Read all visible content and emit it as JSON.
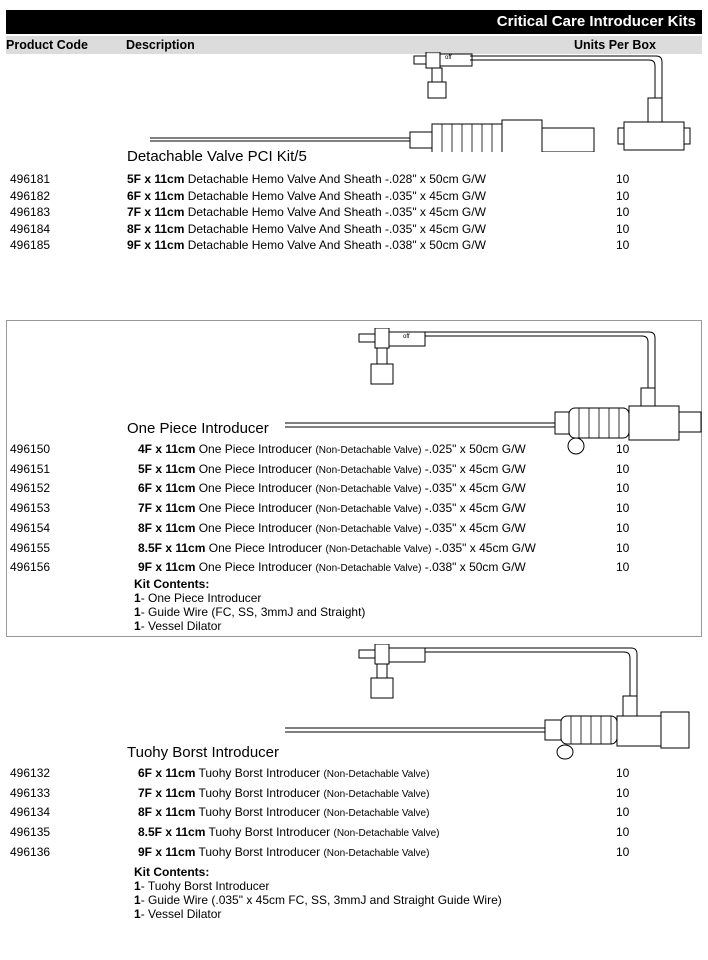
{
  "header": {
    "title": "Critical Care Introducer Kits"
  },
  "columns": {
    "code": "Product Code",
    "description": "Description",
    "units": "Units Per Box"
  },
  "sections": [
    {
      "title": "Detachable Valve PCI Kit/5",
      "rows": [
        {
          "code": "496181",
          "size": "5F x 11cm",
          "name": "Detachable Hemo Valve And Sheath",
          "spec": "-.028\" x 50cm G/W",
          "units": "10"
        },
        {
          "code": "496182",
          "size": "6F x 11cm",
          "name": "Detachable Hemo Valve And Sheath",
          "spec": "-.035\" x 45cm G/W",
          "units": "10"
        },
        {
          "code": "496183",
          "size": "7F x 11cm",
          "name": "Detachable Hemo Valve And Sheath",
          "spec": "-.035\" x 45cm G/W",
          "units": "10"
        },
        {
          "code": "496184",
          "size": "8F x 11cm",
          "name": "Detachable Hemo Valve And Sheath",
          "spec": "-.035\" x 45cm G/W",
          "units": "10"
        },
        {
          "code": "496185",
          "size": "9F x 11cm",
          "name": "Detachable Hemo Valve And Sheath",
          "spec": "-.038\" x 50cm G/W",
          "units": "10"
        }
      ]
    },
    {
      "title": "One Piece Introducer",
      "rows": [
        {
          "code": "496150",
          "size": "4F x 11cm",
          "name": "One Piece Introducer",
          "note": "(Non-Detachable Valve)",
          "spec": "-.025\" x 50cm G/W",
          "units": "10"
        },
        {
          "code": "496151",
          "size": "5F x 11cm",
          "name": "One Piece Introducer",
          "note": "(Non-Detachable Valve)",
          "spec": "-.035\" x 45cm G/W",
          "units": "10"
        },
        {
          "code": "496152",
          "size": "6F x 11cm",
          "name": "One Piece Introducer",
          "note": "(Non-Detachable Valve)",
          "spec": "-.035\" x 45cm G/W",
          "units": "10"
        },
        {
          "code": "496153",
          "size": "7F x 11cm",
          "name": "One Piece Introducer",
          "note": "(Non-Detachable Valve)",
          "spec": "-.035\" x 45cm G/W",
          "units": "10"
        },
        {
          "code": "496154",
          "size": "8F x 11cm",
          "name": "One Piece Introducer",
          "note": "(Non-Detachable Valve)",
          "spec": "-.035\" x 45cm G/W",
          "units": "10"
        },
        {
          "code": "496155",
          "size": "8.5F x 11cm",
          "name": "One Piece Introducer",
          "note": "(Non-Detachable Valve)",
          "spec": "-.035\" x 45cm G/W",
          "units": "10"
        },
        {
          "code": "496156",
          "size": "9F x 11cm",
          "name": "One Piece Introducer",
          "note": "(Non-Detachable Valve)",
          "spec": "-.038\" x 50cm G/W",
          "units": "10"
        }
      ],
      "kit_heading": "Kit Contents:",
      "kit_items": [
        {
          "qty": "1",
          "text": "One Piece Introducer"
        },
        {
          "qty": "1",
          "text": "Guide Wire (FC, SS, 3mmJ and Straight)"
        },
        {
          "qty": "1",
          "text": "Vessel Dilator"
        }
      ]
    },
    {
      "title": "Tuohy Borst Introducer",
      "rows": [
        {
          "code": "496132",
          "size": "6F x 11cm",
          "name": "Tuohy Borst Introducer",
          "note": "(Non-Detachable Valve)",
          "units": "10"
        },
        {
          "code": "496133",
          "size": "7F x 11cm",
          "name": "Tuohy Borst Introducer",
          "note": "(Non-Detachable Valve)",
          "units": "10"
        },
        {
          "code": "496134",
          "size": "8F x 11cm",
          "name": "Tuohy Borst Introducer",
          "note": "(Non-Detachable Valve)",
          "units": "10"
        },
        {
          "code": "496135",
          "size": "8.5F x 11cm",
          "name": "Tuohy Borst Introducer",
          "note": "(Non-Detachable Valve)",
          "units": "10"
        },
        {
          "code": "496136",
          "size": "9F x 11cm",
          "name": "Tuohy Borst Introducer",
          "note": "(Non-Detachable Valve)",
          "units": "10"
        }
      ],
      "kit_heading": "Kit Contents:",
      "kit_items": [
        {
          "qty": "1",
          "text": "Tuohy Borst Introducer"
        },
        {
          "qty": "1",
          "text": "Guide Wire (.035\" x 45cm FC, SS, 3mmJ and Straight Guide Wire)"
        },
        {
          "qty": "1",
          "text": "Vessel Dilator"
        }
      ]
    }
  ],
  "stopcock_label": "off"
}
